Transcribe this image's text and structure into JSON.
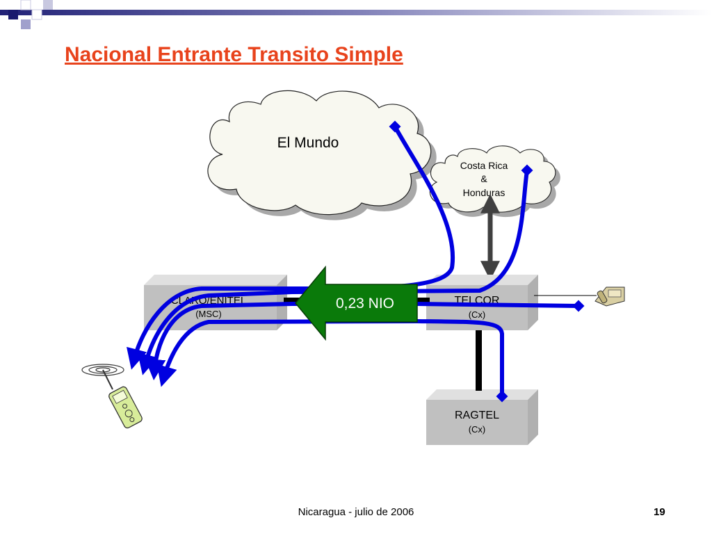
{
  "slide": {
    "title": "Nacional Entrante Transito Simple",
    "footer": "Nicaragua - julio de 2006",
    "page_number": "19"
  },
  "diagram": {
    "cloud_world": "El Mundo",
    "cloud_cr_line1": "Costa Rica",
    "cloud_cr_line2": "&",
    "cloud_cr_line3": "Honduras",
    "node_left_name": "CLARO/ENITEL",
    "node_left_sub": "(MSC)",
    "node_telcor_name": "TELCOR",
    "node_telcor_sub": "(Cx)",
    "node_ragtel_name": "RAGTEL",
    "node_ragtel_sub": "(Cx)",
    "arrow_label": "0,23 NIO"
  },
  "colors": {
    "title": "#e8431c",
    "flow_lines": "#0000e0",
    "arrow_fill": "#0a7a0a",
    "node_fill": "#c0c0c0"
  }
}
